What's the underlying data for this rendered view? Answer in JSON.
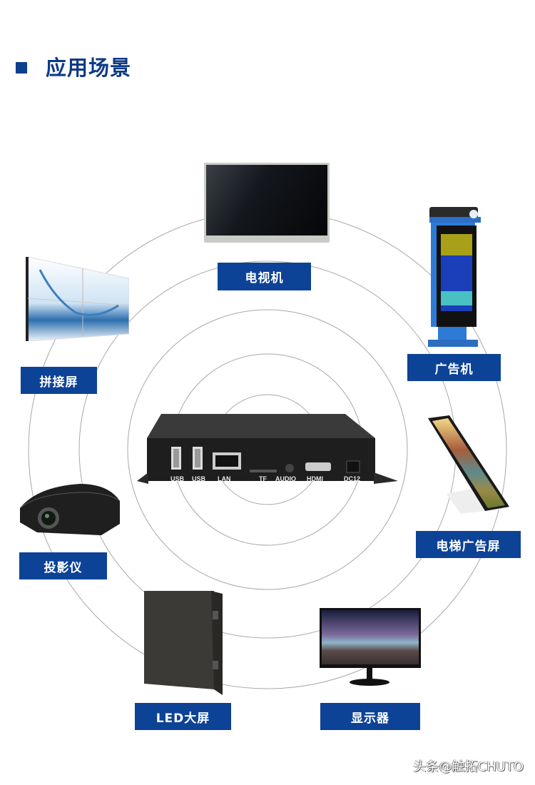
{
  "heading": {
    "title": "应用场景",
    "accent_color": "#0d3f8f"
  },
  "center_device": {
    "name": "media player box",
    "ports": [
      "USB",
      "USB",
      "LAN",
      "TF",
      "AUDIO",
      "HDMI",
      "DC12"
    ]
  },
  "scenarios": [
    {
      "id": "tv",
      "label": "电视机"
    },
    {
      "id": "video-wall",
      "label": "拼接屏"
    },
    {
      "id": "ad-kiosk",
      "label": "广告机"
    },
    {
      "id": "projector",
      "label": "投影仪"
    },
    {
      "id": "elevator-ad-screen",
      "label": "电梯广告屏"
    },
    {
      "id": "led-screen",
      "label": "LED大屏"
    },
    {
      "id": "monitor",
      "label": "显示器"
    }
  ],
  "label_color": "#0d4396",
  "watermark": "头条@触拓CHUTO"
}
